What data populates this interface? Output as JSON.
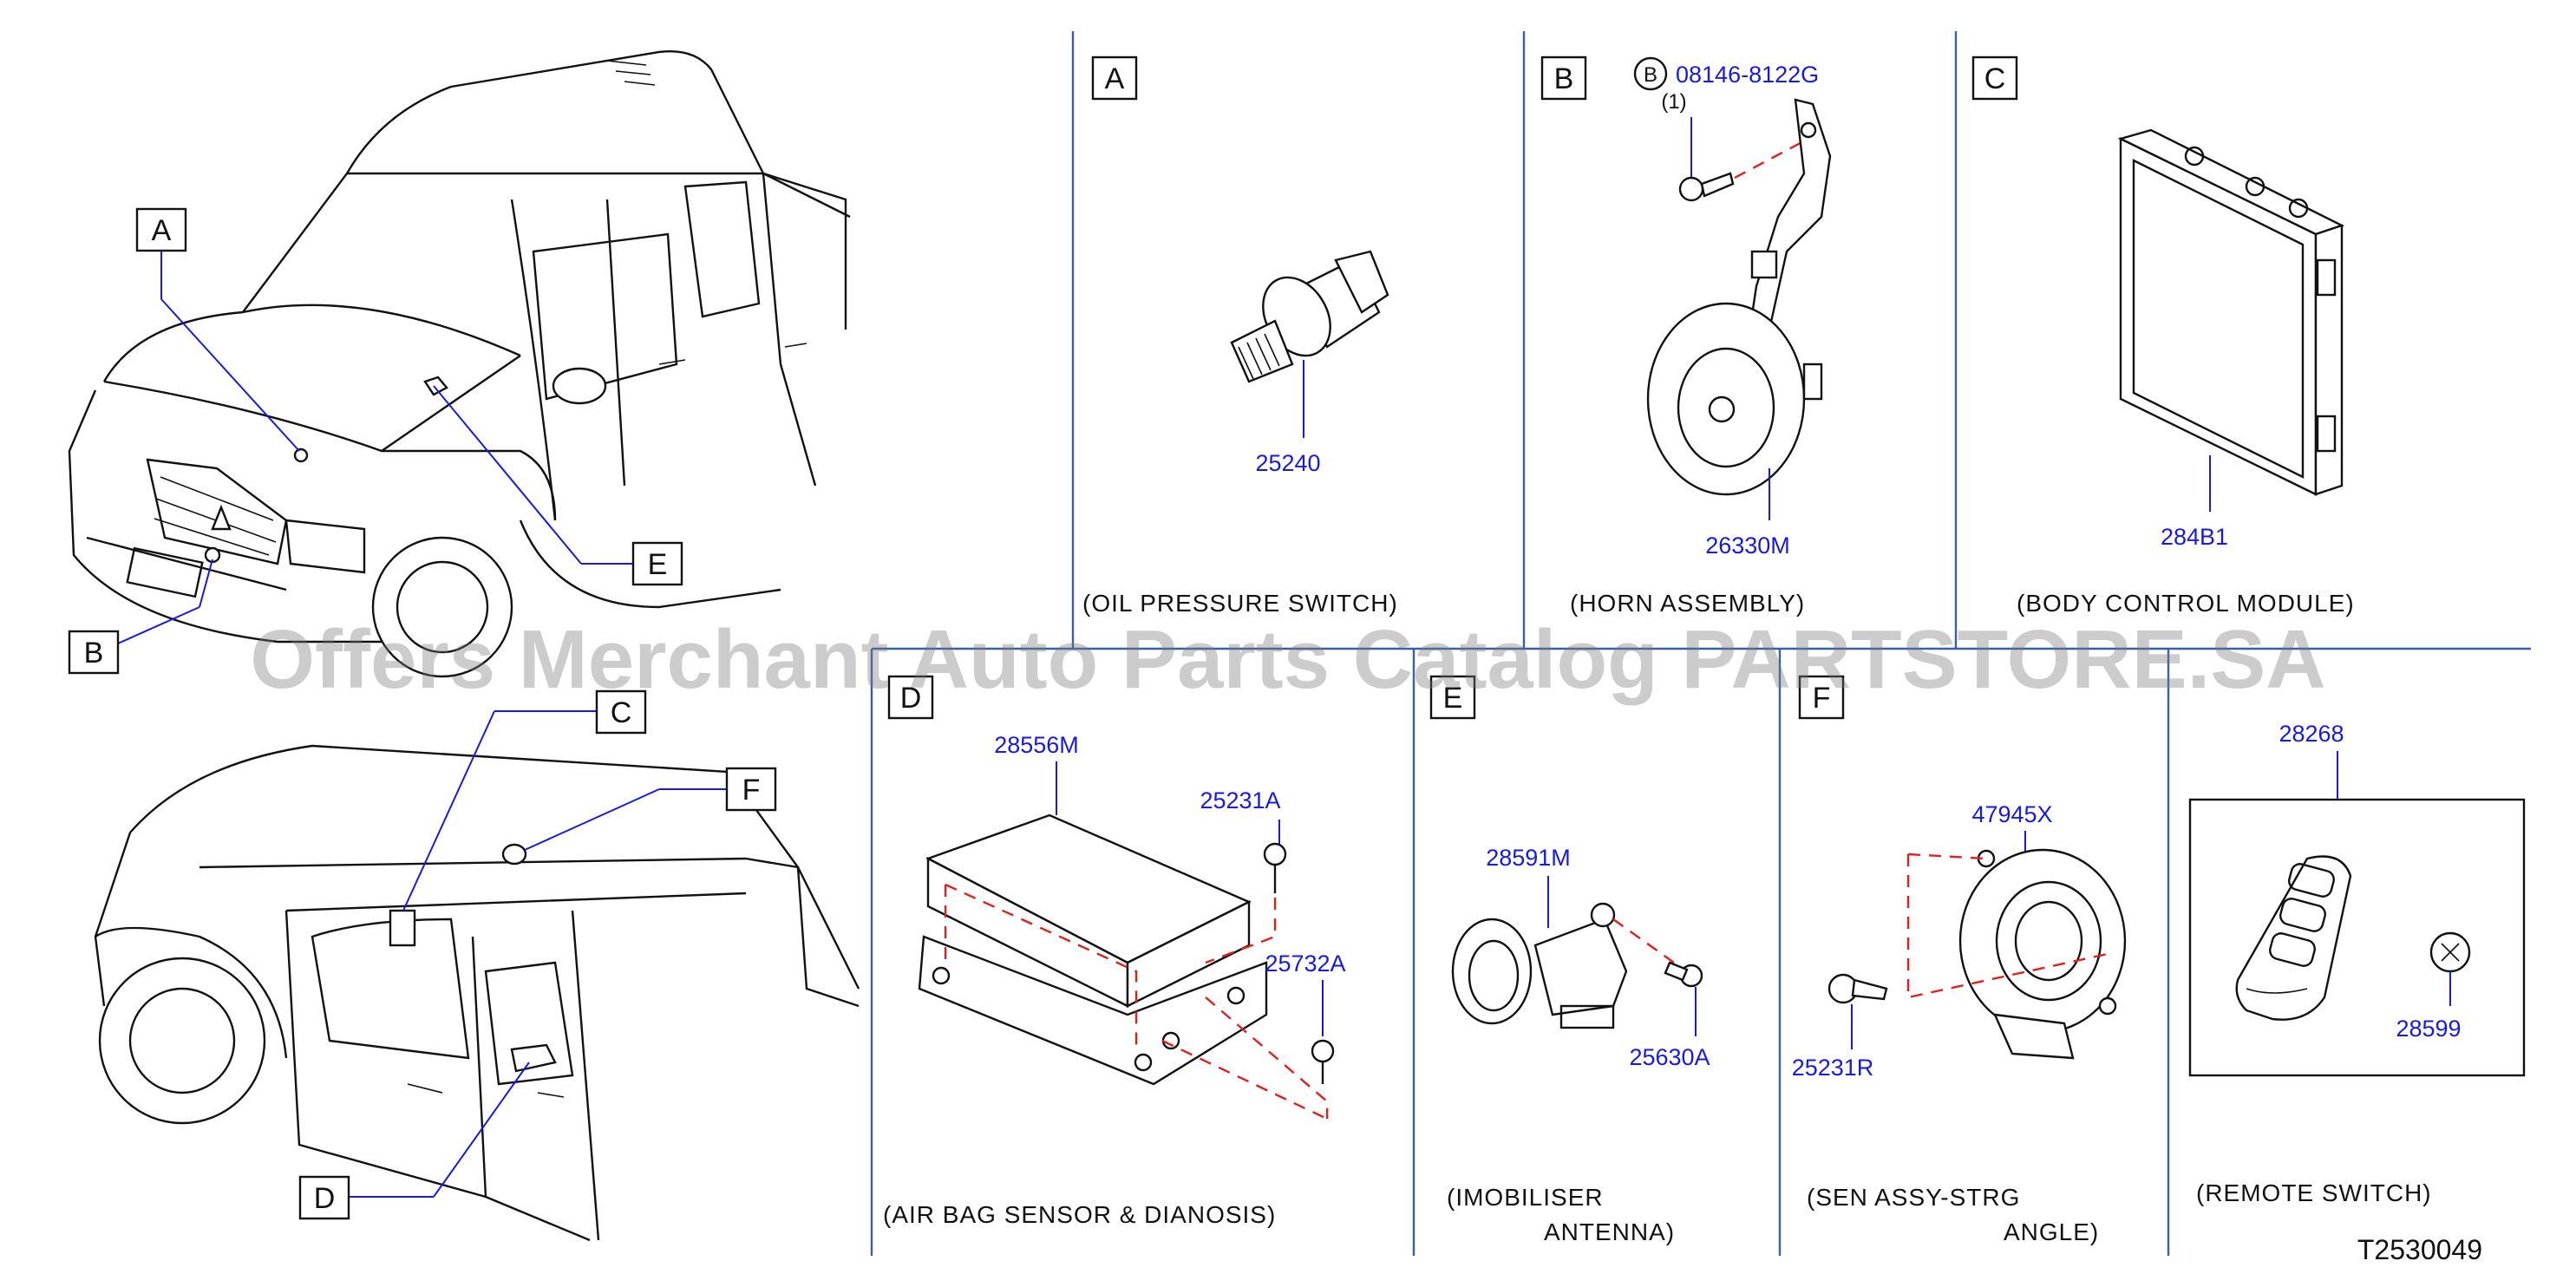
{
  "watermark": "Offers Merchant Auto Parts Catalog PARTSTORE.SA",
  "diagram_id": "T2530049",
  "truck_callouts": {
    "a": "A",
    "b": "B",
    "c": "C",
    "d": "D",
    "e": "E",
    "f": "F"
  },
  "panels": {
    "a": {
      "letter": "A",
      "caption": "(OIL   PRESSURE   SWITCH)",
      "parts": [
        "25240"
      ]
    },
    "b": {
      "letter": "B",
      "bolt_prefix": "B",
      "bolt_part": "08146-8122G",
      "qty": "(1)",
      "caption": "(HORN   ASSEMBLY)",
      "parts": [
        "26330M"
      ]
    },
    "c": {
      "letter": "C",
      "caption": "(BODY   CONTROL   MODULE)",
      "parts": [
        "284B1"
      ]
    },
    "d": {
      "letter": "D",
      "caption": "(AIR   BAG   SENSOR   &   DIANOSIS)",
      "parts": [
        "28556M",
        "25231A",
        "25732A"
      ]
    },
    "e": {
      "letter": "E",
      "caption_line1": "(IMOBILISER",
      "caption_line2": "ANTENNA)",
      "parts": [
        "28591M",
        "25630A"
      ]
    },
    "f": {
      "letter": "F",
      "caption_line1": "(SEN   ASSY-STRG",
      "caption_line2": "ANGLE)",
      "parts": [
        "47945X",
        "25231R"
      ]
    },
    "g": {
      "caption": "(REMOTE   SWITCH)",
      "parts": [
        "28268",
        "28599"
      ]
    }
  }
}
